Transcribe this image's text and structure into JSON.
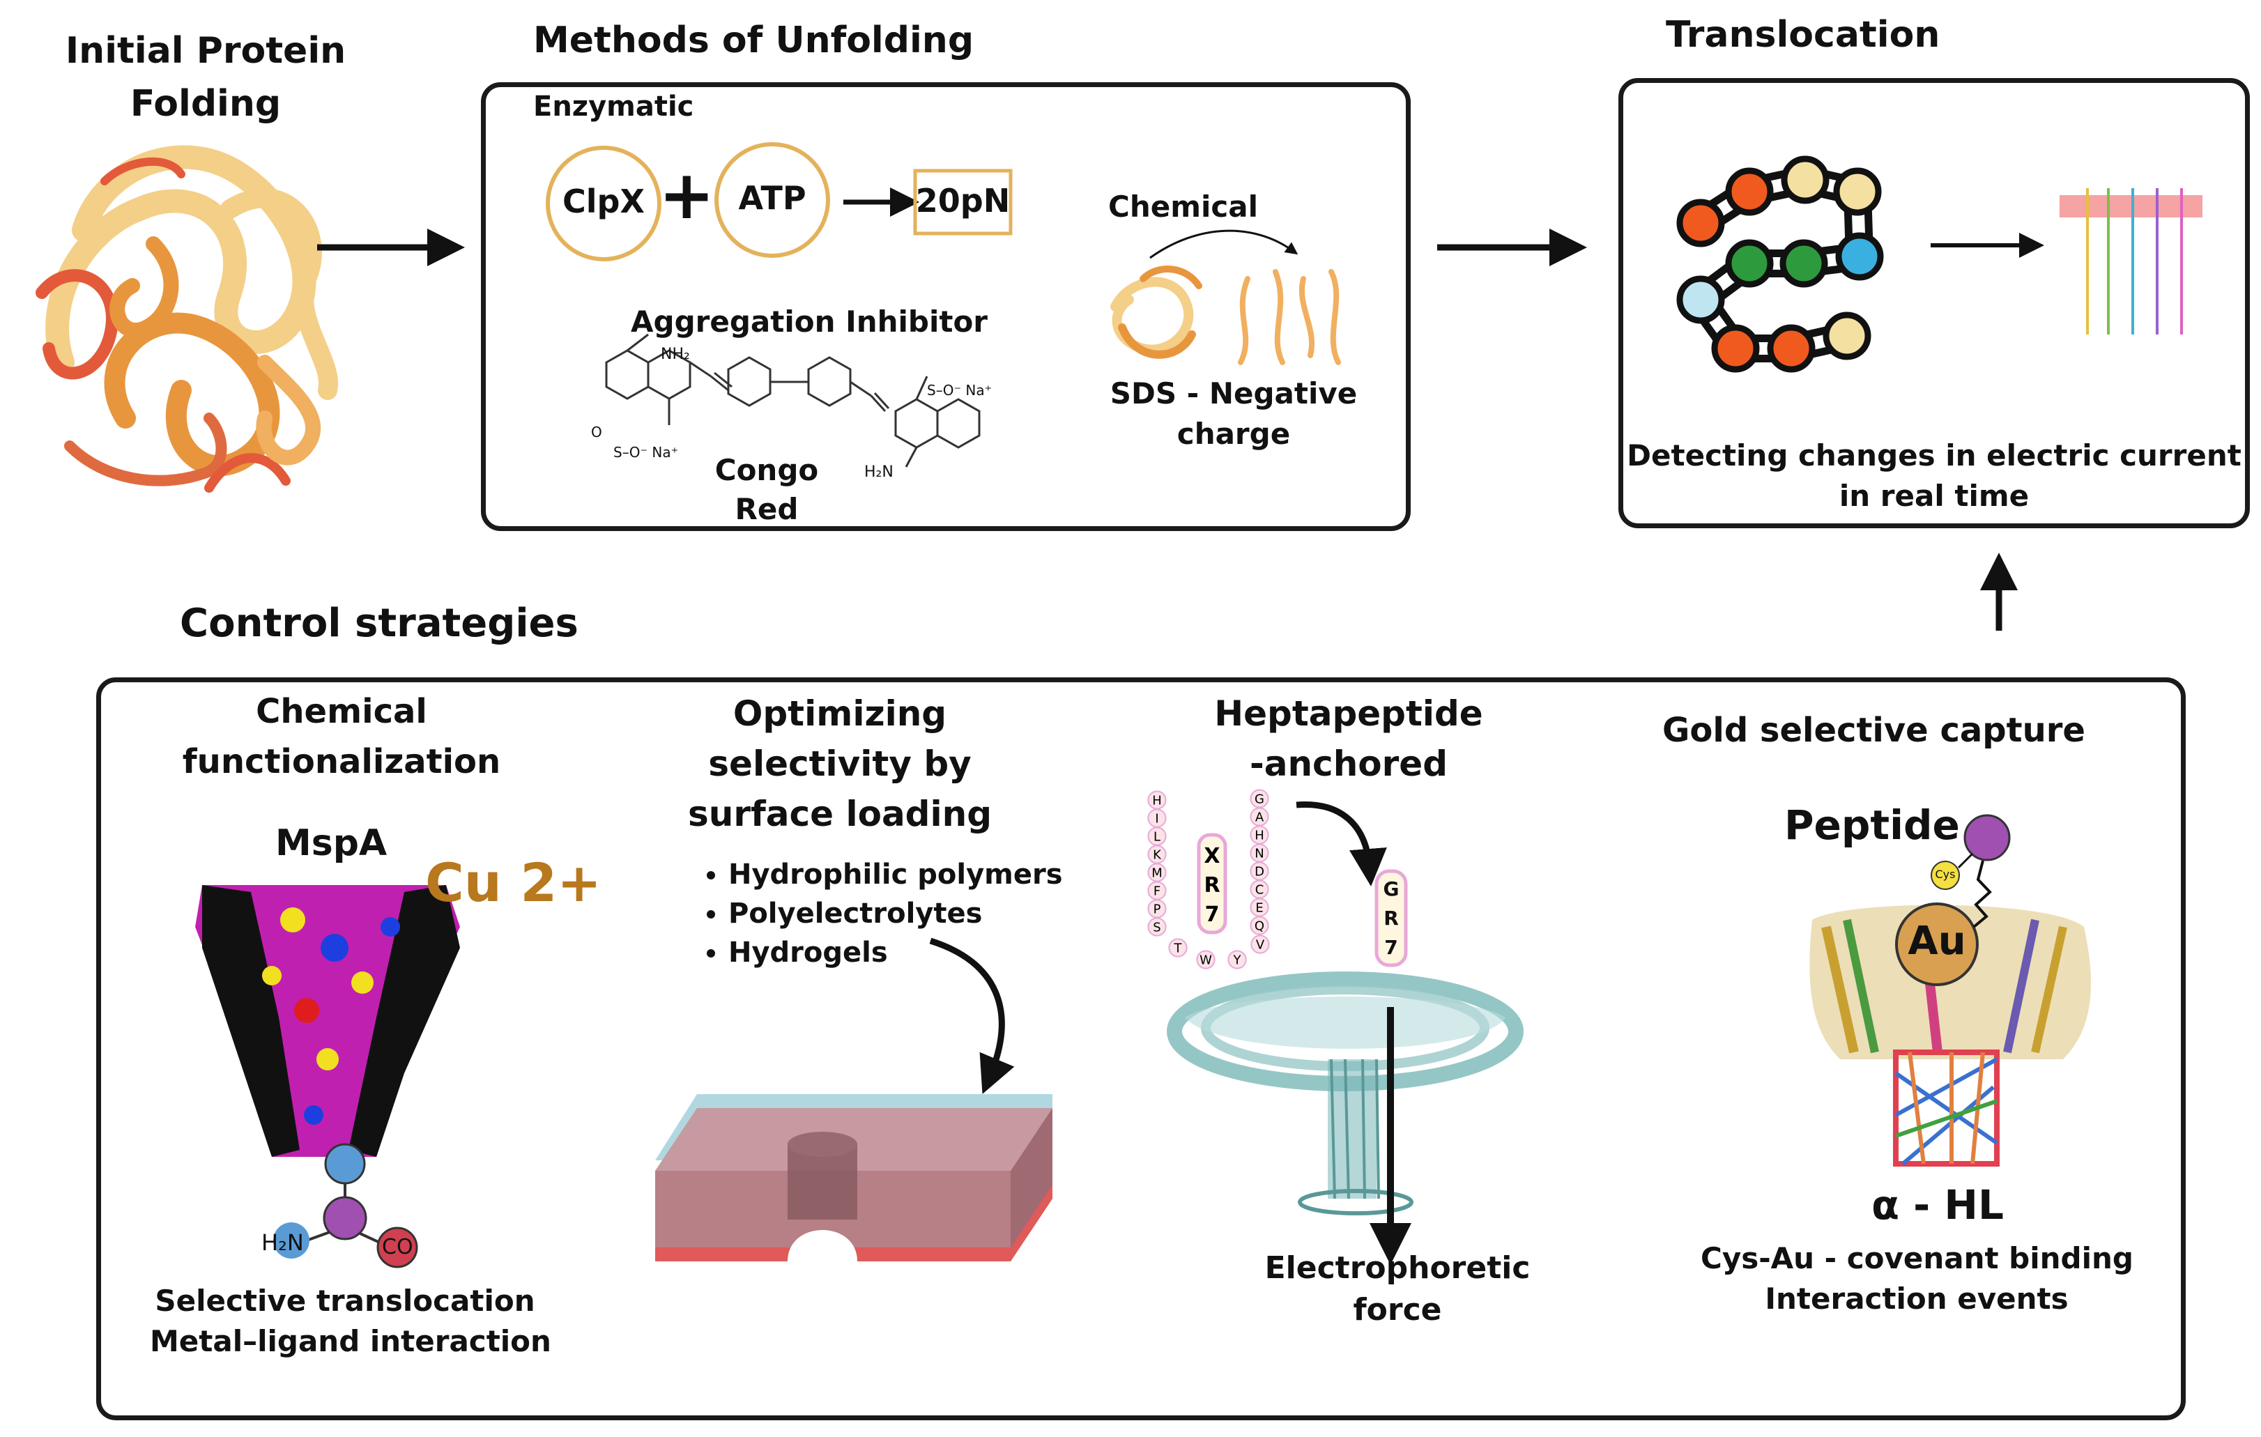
{
  "top": {
    "initial_title_line1": "Initial Protein",
    "initial_title_line2": "Folding",
    "methods_title": "Methods of Unfolding",
    "translocation_title": "Translocation"
  },
  "methods": {
    "enzymatic_label": "Enzymatic",
    "clpx_label": "ClpX",
    "plus_sign": "+",
    "atp_label": "ATP",
    "force_label": "20pN",
    "aggregation_title": "Aggregation Inhibitor",
    "congo_line1": "Congo",
    "congo_line2": "Red",
    "chemical_label": "Chemical",
    "sds_line1": "SDS -  Negative",
    "sds_line2": "charge",
    "mol_nh2": "NH₂",
    "mol_h2n": "H₂N",
    "mol_so3na_top": "S–O⁻ Na⁺",
    "mol_so3na_bot": "S–O⁻ Na⁺",
    "mol_o": "O"
  },
  "translocation": {
    "caption_line1": "Detecting changes in electric current",
    "caption_line2": "in real time"
  },
  "control": {
    "title": "Control strategies",
    "chemfunc_line1": "Chemical",
    "chemfunc_line2": "functionalization",
    "mspa_label": "MspA",
    "cu_label": "Cu 2+",
    "h2n_label": "H₂N",
    "co_label": "CO",
    "chemfunc_caption1": "Selective translocation",
    "chemfunc_caption2": "Metal–ligand interaction",
    "optim_line1": "Optimizing",
    "optim_line2": "selectivity by",
    "optim_line3": "surface loading",
    "bullets": [
      "Hydrophilic polymers",
      "Polyelectrolytes",
      "Hydrogels"
    ],
    "hepta_line1": "Heptapeptide",
    "hepta_line2": "-anchored",
    "electro_line1": "Electrophoretic",
    "electro_line2": "force",
    "gold_title": "Gold selective capture",
    "peptide_label": "Peptide",
    "cys_label": "Cys",
    "au_label": "Au",
    "ahl_label": "α - HL",
    "gold_caption1": "Cys-Au - covenant binding",
    "gold_caption2": "Interaction events"
  },
  "peptide_letters": {
    "left_col": [
      "H",
      "I",
      "L",
      "K",
      "M",
      "F",
      "P",
      "S"
    ],
    "mid_col": [
      "X",
      "R",
      "7"
    ],
    "right_col": [
      "G",
      "A",
      "H",
      "N",
      "D",
      "C",
      "E",
      "Q"
    ],
    "bottom": [
      "T",
      "W",
      "Y",
      "V"
    ],
    "anchored": [
      "G",
      "R",
      "7"
    ]
  },
  "colors": {
    "gold_ring": "#e3b25a",
    "protein_orange": "#e8963e",
    "protein_light": "#f4cf88",
    "pore_teal": "#7ab8b8",
    "membrane_pink": "#b77f86",
    "membrane_blue": "#a9d4de",
    "mspa_black": "#111111",
    "bead_colors": [
      "#f05a1e",
      "#f05a1e",
      "#f4e0a0",
      "#f4e0a0",
      "#3ab0e0",
      "#2e9a3e",
      "#2e9a3e",
      "#bfe6f0",
      "#f05a1e",
      "#f05a1e",
      "#f4e0a0"
    ]
  }
}
